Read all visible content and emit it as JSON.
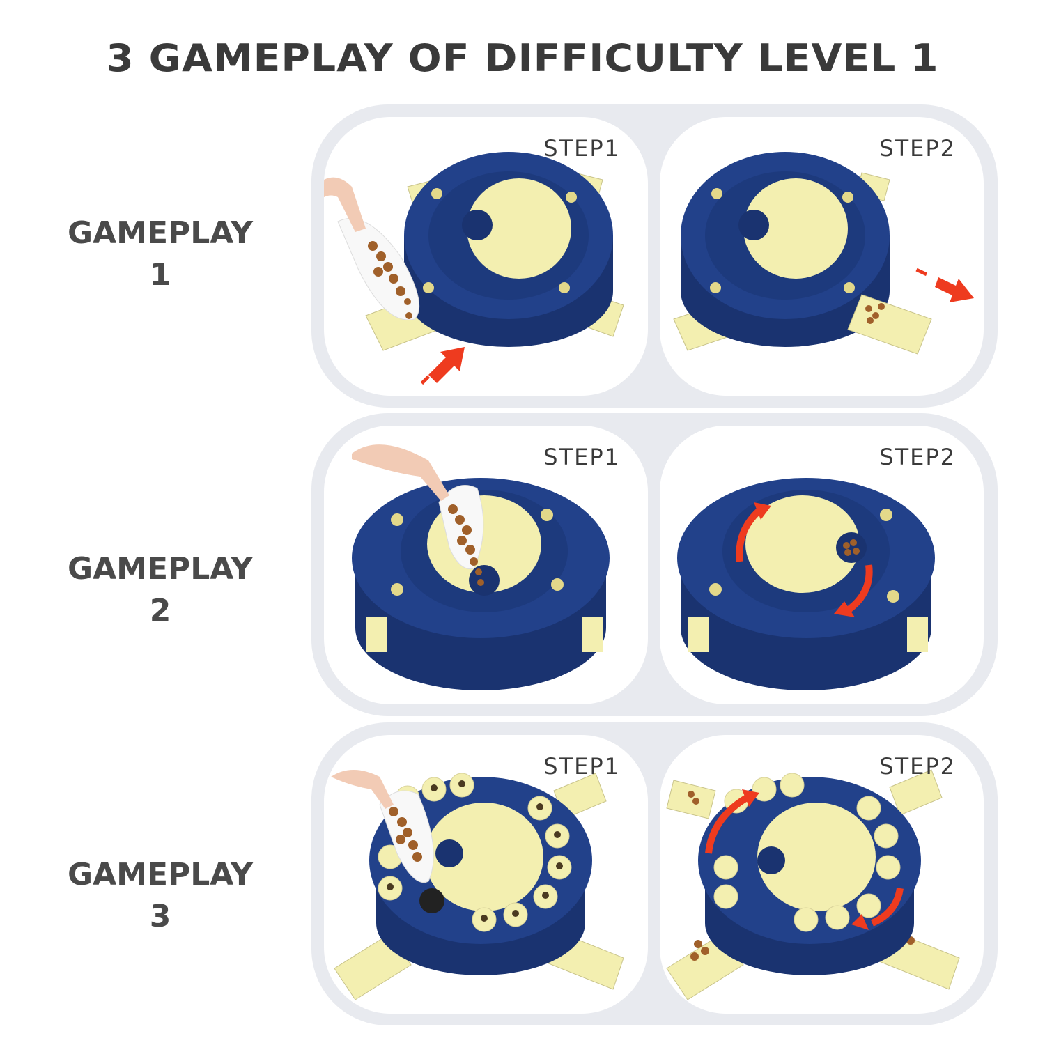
{
  "title": "3 GAMEPLAY OF DIFFICULTY LEVEL 1",
  "colors": {
    "background": "#ffffff",
    "panel": "#e8eaef",
    "feeder_blue": "#1f3a7a",
    "feeder_yellow": "#f3efb0",
    "arrow_red": "#ee3b1f",
    "kibble": "#a0602a",
    "text": "#3a3a3a"
  },
  "gameplays": [
    {
      "label": "GAMEPLAY",
      "number": "1",
      "steps": [
        {
          "label": "STEP1",
          "illustration": "hand-pouring-kibble-into-drawer",
          "arrow": "push-drawer-in-arrow"
        },
        {
          "label": "STEP2",
          "illustration": "drawer-pulled-out-with-kibble",
          "arrow": "pull-drawer-out-arrow"
        }
      ]
    },
    {
      "label": "GAMEPLAY",
      "number": "2",
      "steps": [
        {
          "label": "STEP1",
          "illustration": "hand-pouring-kibble-into-center-hole",
          "arrow": ""
        },
        {
          "label": "STEP2",
          "illustration": "rotate-center-disk-reveal-kibble",
          "arrow": "rotate-arrows"
        }
      ]
    },
    {
      "label": "GAMEPLAY",
      "number": "3",
      "steps": [
        {
          "label": "STEP1",
          "illustration": "hand-pouring-kibble-into-cups",
          "arrow": ""
        },
        {
          "label": "STEP2",
          "illustration": "rotate-and-drawers-with-kibble",
          "arrow": "rotate-arrows"
        }
      ]
    }
  ]
}
